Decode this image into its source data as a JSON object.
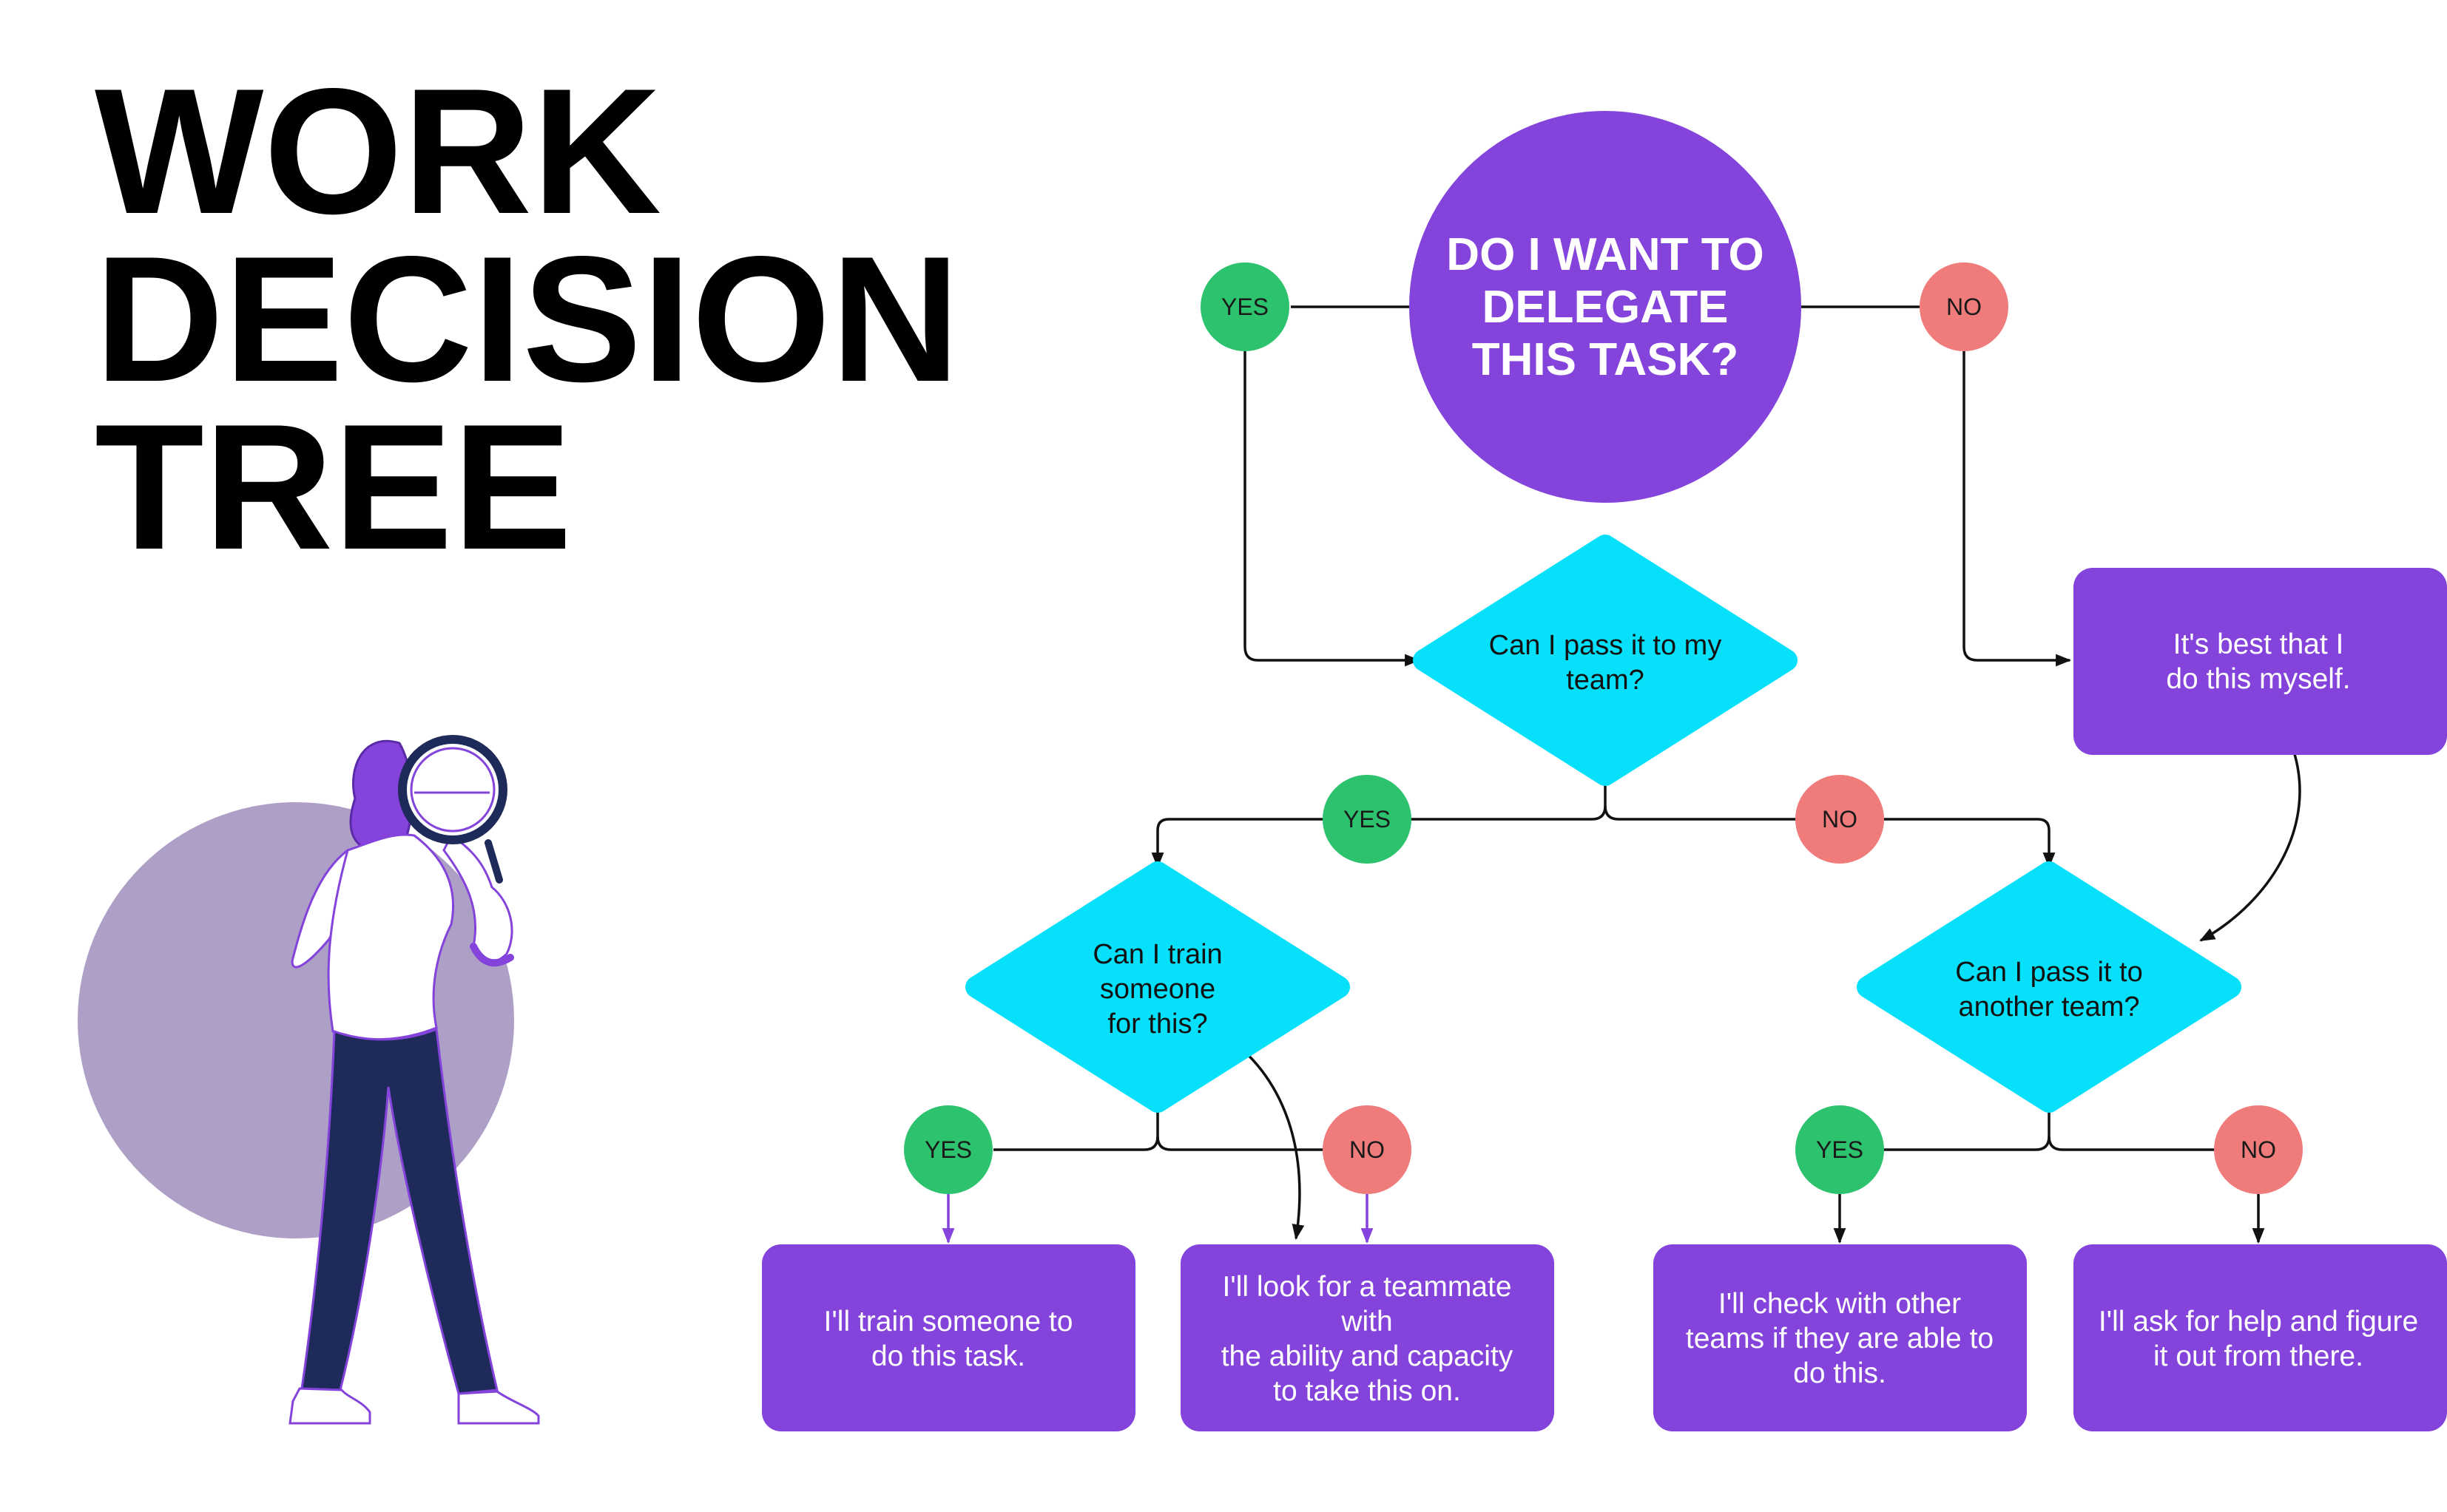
{
  "title": {
    "lines": [
      "WORK",
      "DECISION",
      "TREE"
    ]
  },
  "start": {
    "lines": [
      "DO I WANT TO",
      "DELEGATE",
      "THIS TASK?"
    ]
  },
  "questions": {
    "pass_team": [
      "Can I pass it to my",
      "team?"
    ],
    "train": [
      "Can I train",
      "someone",
      "for this?"
    ],
    "another_team": [
      "Can I pass it to",
      "another team?"
    ]
  },
  "outcomes": {
    "myself": [
      "It's best that I",
      "do this myself."
    ],
    "train_someone": [
      "I'll train someone to",
      "do this task."
    ],
    "teammate": [
      "I'll look for a teammate",
      "with",
      "the ability and capacity",
      "to take this on."
    ],
    "other_teams": [
      "I'll check with other",
      "teams if they are able to",
      "do this."
    ],
    "ask_help": [
      "I'll ask for help and figure",
      "it out from there."
    ]
  },
  "badges": {
    "yes": "YES",
    "no": "NO"
  },
  "colors": {
    "purple": "#8443DB",
    "cyan": "#07E0FB",
    "yes_green": "#2DC36E",
    "no_red": "#F07B7B",
    "illustration_circle": "#AE9FC7",
    "pants_navy": "#1E2A5A"
  },
  "illustration": {
    "icon": "woman-with-magnifying-glass-icon"
  }
}
